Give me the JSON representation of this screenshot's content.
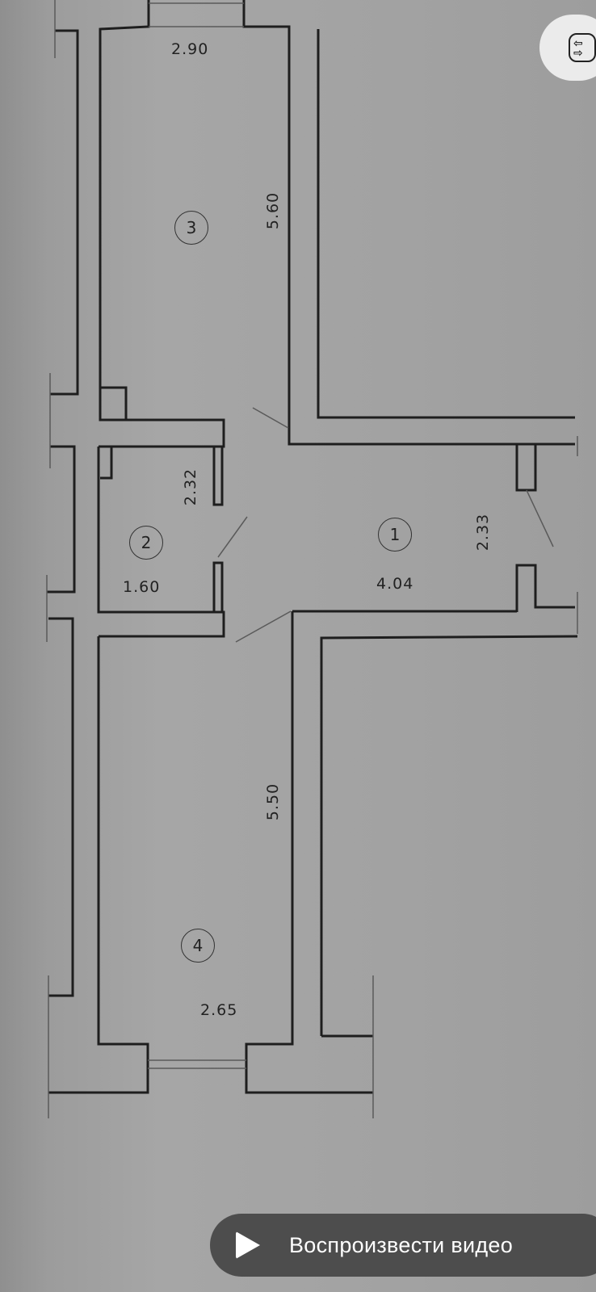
{
  "floor_plan": {
    "rooms": [
      {
        "number": "1",
        "width": "4.04",
        "length": "2.33"
      },
      {
        "number": "2",
        "width": "1.60",
        "length": "2.32"
      },
      {
        "number": "3",
        "width": "2.90",
        "length": "5.60"
      },
      {
        "number": "4",
        "width": "2.65",
        "length": "5.50"
      }
    ]
  },
  "overlay": {
    "share_button_icon": "switch-arrows-icon",
    "play_button": {
      "icon": "play-icon",
      "label": "Воспроизвести видео"
    }
  },
  "colors": {
    "paper": "#a3a3a3",
    "line": "#1e1e1e",
    "play_pill_bg": "#4d4d4d",
    "share_pill_bg": "#ebebeb"
  }
}
